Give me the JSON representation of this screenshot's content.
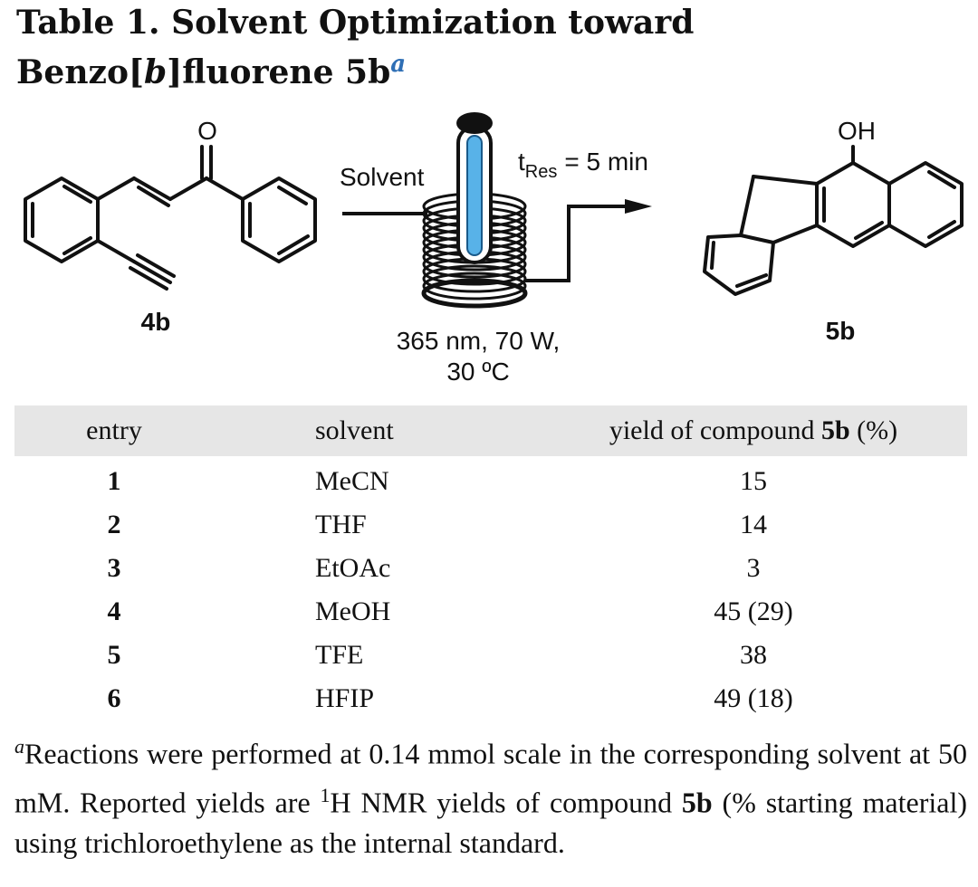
{
  "title": {
    "prefix": "Table 1. Solvent Optimization toward Benzo[",
    "italic": "b",
    "suffix": "]fluorene 5b",
    "footnote_marker": "a"
  },
  "scheme": {
    "reactant_label": "4b",
    "reactant_carbonyl_atom": "O",
    "product_label": "5b",
    "product_hydroxyl": "OH",
    "solvent_label": "Solvent",
    "residence_symbol": "t",
    "residence_subscript": "Res",
    "residence_value": "= 5 min",
    "conditions_line1": "365 nm, 70 W,",
    "conditions_line2": "30 ºC"
  },
  "table": {
    "headers": {
      "entry": "entry",
      "solvent": "solvent",
      "yield_prefix": "yield of compound ",
      "yield_compound": "5b",
      "yield_suffix": " (%)"
    },
    "rows": [
      {
        "entry": "1",
        "solvent": "MeCN",
        "yield": "15"
      },
      {
        "entry": "2",
        "solvent": "THF",
        "yield": "14"
      },
      {
        "entry": "3",
        "solvent": "EtOAc",
        "yield": "3"
      },
      {
        "entry": "4",
        "solvent": "MeOH",
        "yield": "45 (29)"
      },
      {
        "entry": "5",
        "solvent": "TFE",
        "yield": "38"
      },
      {
        "entry": "6",
        "solvent": "HFIP",
        "yield": "49 (18)"
      }
    ]
  },
  "footnote": {
    "marker": "a",
    "part1": "Reactions were performed at 0.14 mmol scale in the corresponding solvent at 50 mM. Reported yields are ",
    "nmr_superscript": "1",
    "part2": "H NMR yields of compound ",
    "compound": "5b",
    "part3": " (% starting material) using trichloroethylene as the internal standard."
  }
}
